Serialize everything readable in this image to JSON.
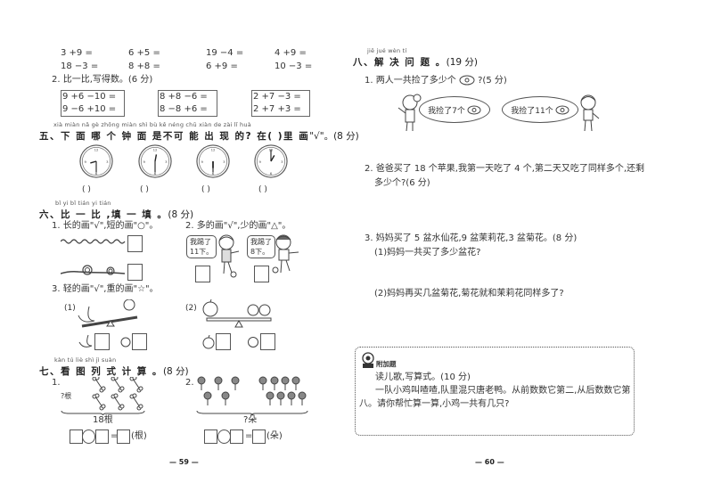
{
  "left_page": {
    "arith_rows": [
      [
        "3 +9 =",
        "6 +5 =",
        "19 −4 =",
        "4 +9 ="
      ],
      [
        "18 −3 =",
        "8 +8 =",
        "6 +9 =",
        "10 −3 ="
      ]
    ],
    "q2": {
      "title": "2. 比一比,写得数。(6 分)",
      "boxes": [
        [
          "9 +6 −10 =",
          "9 −6 +10 ="
        ],
        [
          "8 +8 −6 =",
          "8 −8 +6 ="
        ],
        [
          "2 +7 −3 =",
          "2 +7 +3 ="
        ]
      ]
    },
    "section5": {
      "pinyin": "xià miàn nǎ gè zhōng miàn shì bù kě néng chū xiàn de        zài            lǐ  huà",
      "title": "五、下 面 哪 个 钟  面 是不可 能 出 现 的? 在(    )里 画",
      "title_tail": "\"√\"。(8 分)",
      "clocks": [
        {
          "hour_angle": 255,
          "minute_angle": 180
        },
        {
          "hour_angle": 10,
          "minute_angle": 180
        },
        {
          "hour_angle": 180,
          "minute_angle": 180
        },
        {
          "hour_angle": 30,
          "minute_angle": 0
        }
      ],
      "paren": "(        )"
    },
    "section6": {
      "pinyin": "bǐ  yi  bǐ    tián yi  tián",
      "title": "六、比 一 比 ,填 一 填 。",
      "score": "(8 分)",
      "q1": "1. 长的画\"√\",短的画\"○\"。",
      "q2": "2. 多的画\"√\",少的画\"△\"。",
      "bubble_left": [
        "我踢了",
        "11下。"
      ],
      "bubble_right": [
        "我踢了",
        "8下。"
      ],
      "q3": "3. 轻的画\"√\",重的画\"☆\"。",
      "q3_label1": "(1)",
      "q3_label2": "(2)"
    },
    "section7": {
      "pinyin": "kàn tú liè shì jì suàn",
      "title": "七、看 图 列 式 计  算 。",
      "score": "(8 分)",
      "p1_label": "1.",
      "p1_unknown": "?根",
      "p1_total": "18根",
      "p1_unit": "(根)",
      "p2_label": "2.",
      "p2_total": "?朵",
      "p2_unit": "(朵)",
      "equals": "="
    },
    "page_number": "— 59 —"
  },
  "right_page": {
    "section8": {
      "pinyin": "jiě  jué wèn  tí",
      "title": "八、解 决 问 题 。",
      "score": "(19 分)",
      "q1": "1. 两人一共捡了多少个",
      "q1_tail": "?(5 分)",
      "bubble_left": "我捡了7个",
      "bubble_right": "我捡了11个",
      "q2_line1": "2. 爸爸买了 18 个苹果,我第一天吃了 4 个,第二天又吃了同样多个,还剩",
      "q2_line2": "多少个?(6 分)",
      "q3": "3. 妈妈买了 5 盆水仙花,9 盆茉莉花,3 盆菊花。(8 分)",
      "q3_1": "(1)妈妈一共买了多少盆花?",
      "q3_2": "(2)妈妈再买几盆菊花,菊花就和茉莉花同样多了?"
    },
    "bonus": {
      "badge": "附加题",
      "line1": "读儿歌,写算式。(10 分)",
      "line2": "一队小鸡叫喳喳,队里混只唐老鸭。从前数数它第二,从后数数它第",
      "line3": "八。请你帮忙算一算,小鸡一共有几只?"
    },
    "page_number": "— 60 —"
  }
}
